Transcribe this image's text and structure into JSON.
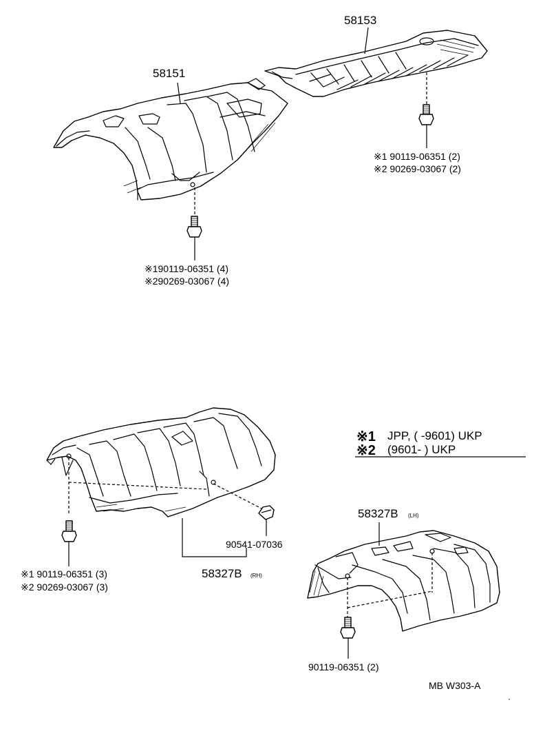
{
  "parts": {
    "p58153": {
      "number": "58153"
    },
    "p58151": {
      "number": "58151"
    },
    "p58327b_rh": {
      "number": "58327B",
      "side": "(RH)"
    },
    "p58327b_lh": {
      "number": "58327B",
      "side": "(LH)"
    }
  },
  "fasteners": {
    "upper_right": {
      "line1": "※1 90119-06351 (2)",
      "line2": "※2 90269-03067 (2)"
    },
    "upper_left": {
      "line1": "※190119-06351 (4)",
      "line2": "※290269-03067 (4)"
    },
    "lower_left": {
      "line1": "※1 90119-06351 (3)",
      "line2": "※2 90269-03067 (3)"
    },
    "clip": {
      "number": "90541-07036"
    },
    "lower_right": {
      "number": "90119-06351 (2)"
    }
  },
  "legend": {
    "mark1": "※1",
    "text1": "JPP, (        -9601) UKP",
    "mark2": "※2",
    "text2": "(9601-          ) UKP"
  },
  "footer": {
    "code": "MB W303-A"
  }
}
